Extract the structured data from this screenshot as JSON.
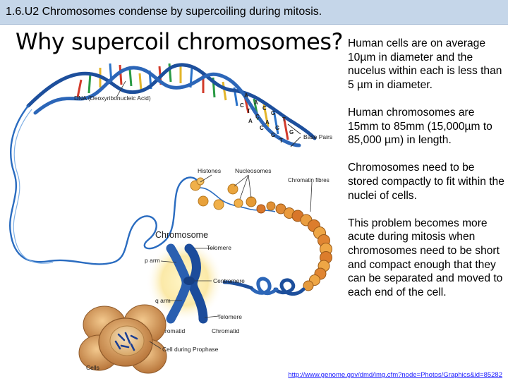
{
  "header": {
    "text": "1.6.U2 Chromosomes condense by supercoiling during mitosis."
  },
  "title": "Why supercoil chromosomes?",
  "diagram": {
    "labels": {
      "dna": "DNA (Deoxyribonucleic Acid)",
      "base_pairs": "Base Pairs",
      "histones": "Histones",
      "nucleosomes": "Nucleosomes",
      "chromatin_fibres": "Chromatin fibres",
      "chromosome": "Chromosome",
      "telomere_top": "Telomere",
      "p_arm": "p arm",
      "centromere": "Centromere",
      "q_arm": "q arm",
      "telomere_bottom": "Telomere",
      "chromatid_left": "Chromatid",
      "chromatid_right": "Chromatid",
      "cell_prophase": "Cell during Prophase",
      "cells": "Cells"
    },
    "bases": [
      "A",
      "C",
      "G",
      "T",
      "C",
      "A",
      "G",
      "T",
      "A",
      "C",
      "G",
      "T",
      "G",
      "A",
      "C"
    ],
    "colors": {
      "dna_backbone": "#1d4f9c",
      "nucleosome": "#e3992f",
      "chromosome": "#1c4c9b",
      "cell": "#d8a25a"
    }
  },
  "body": {
    "paragraphs": [
      "Human cells are on average 10µm in diameter and the nucelus within each is less than 5 µm in diameter.",
      "Human chromosomes are 15mm to 85mm (15,000µm to 85,000 µm) in length.",
      "Chromosomes need to be stored compactly to fit within the nuclei of cells.",
      "This problem becomes more acute during mitosis when chromosomes need to be short and compact enough that they can be separated and moved to each end of the cell."
    ]
  },
  "source": {
    "url": "http://www.genome.gov/dmd/img.cfm?node=Photos/Graphics&id=85282"
  }
}
